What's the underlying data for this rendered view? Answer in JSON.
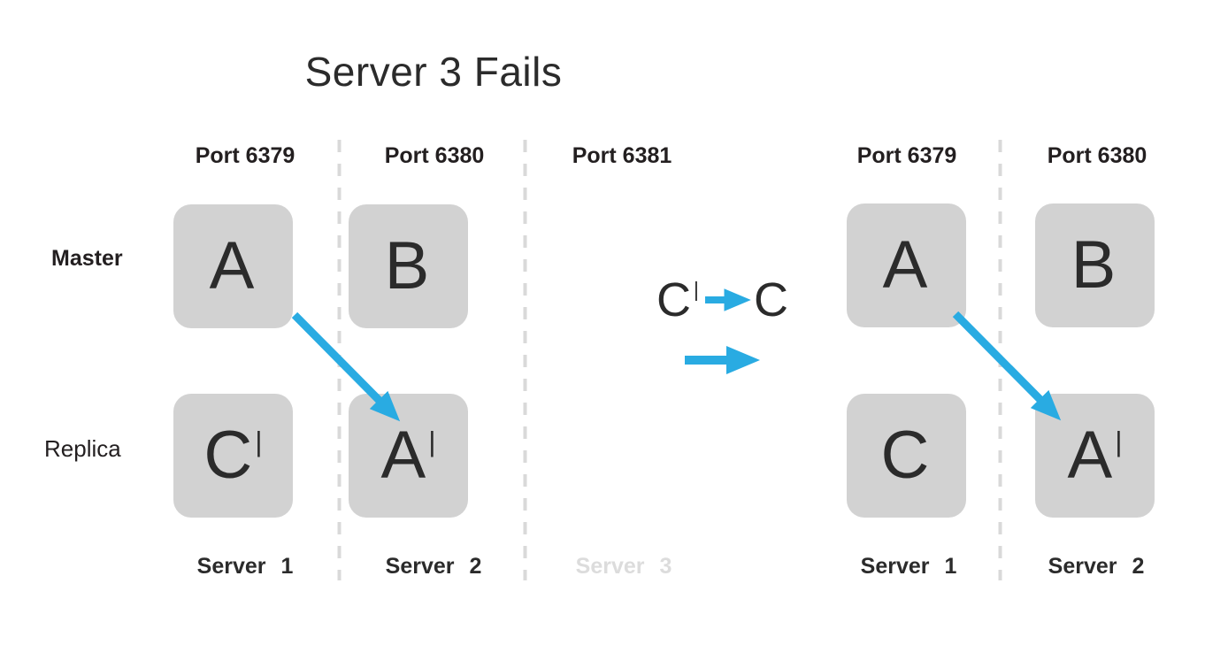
{
  "title": "Server 3 Fails",
  "colors": {
    "accent_blue": "#29abe2",
    "box_grey": "#d2d2d2",
    "text_dark": "#2b2b2b",
    "header_dark": "#231f20",
    "faded_grey": "#dcdcdc",
    "dash_grey": "#d9d9d9",
    "background": "#ffffff"
  },
  "row_labels": {
    "master": "Master",
    "replica": "Replica"
  },
  "left": {
    "columns": [
      {
        "port": "Port 6379",
        "server": "Server 1",
        "master": {
          "label": "A",
          "prime": ""
        },
        "replica": {
          "label": "C",
          "prime": "|"
        }
      },
      {
        "port": "Port 6380",
        "server": "Server 2",
        "master": {
          "label": "B",
          "prime": ""
        },
        "replica": {
          "label": "A",
          "prime": "|"
        }
      },
      {
        "port": "Port 6381",
        "server": "Server 3"
      }
    ]
  },
  "transition": {
    "from": {
      "label": "C",
      "prime": "|"
    },
    "to": {
      "label": "C",
      "prime": ""
    }
  },
  "right": {
    "columns": [
      {
        "port": "Port 6379",
        "server": "Server 1",
        "master": {
          "label": "A",
          "prime": ""
        },
        "replica": {
          "label": "C",
          "prime": ""
        }
      },
      {
        "port": "Port 6380",
        "server": "Server 2",
        "master": {
          "label": "B",
          "prime": ""
        },
        "replica": {
          "label": "A",
          "prime": "|"
        }
      }
    ]
  },
  "arrows": [
    {
      "name": "left-replication-a-to-a-prime",
      "direction": "diagonal-down-right"
    },
    {
      "name": "c-prime-promoted-to-c",
      "direction": "right"
    },
    {
      "name": "state-transition",
      "direction": "right"
    },
    {
      "name": "right-replication-a-to-a-prime",
      "direction": "diagonal-down-right"
    }
  ]
}
